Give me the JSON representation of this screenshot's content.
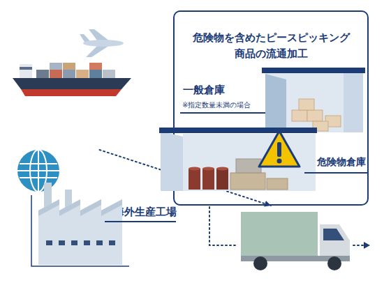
{
  "diagram": {
    "nodes": [
      {
        "text": [
          "危険物を含めたピースピッキング 商品の流通加工"
        ]
      },
      {
        "text": [
          "一般倉庫",
          "※指定数量未満の場合"
        ],
        "in": 0
      },
      {
        "text": [
          "危険物倉庫"
        ],
        "in": 0
      },
      {
        "text": [
          "海外生産工場"
        ]
      }
    ],
    "edges": [
      {
        "from": 3,
        "to": 0,
        "arrow": "to"
      }
    ]
  }
}
